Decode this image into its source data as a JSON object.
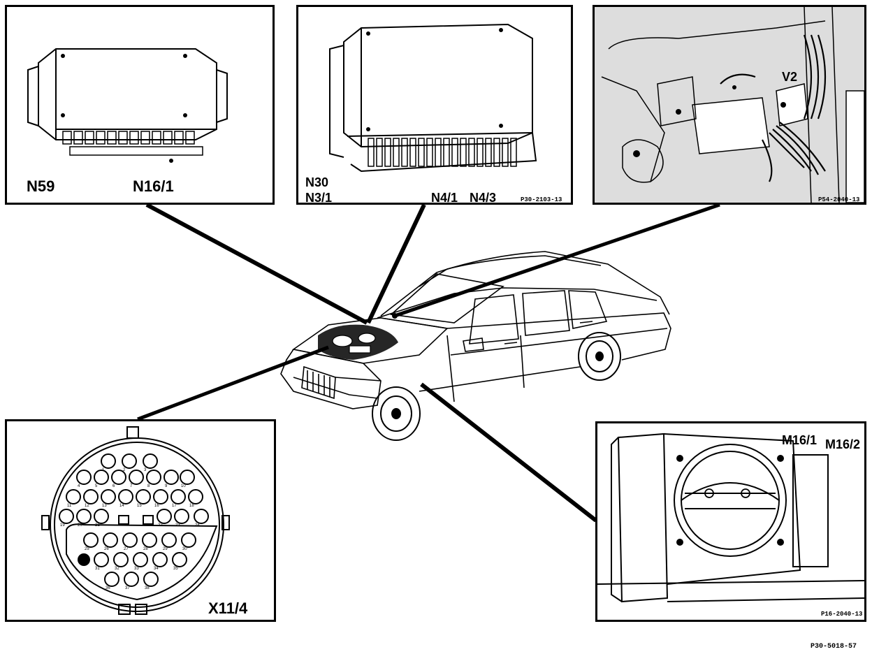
{
  "panels": {
    "top_left": {
      "labels": [
        "N59",
        "N16/1"
      ]
    },
    "top_center": {
      "labels": [
        "N30",
        "N3/1",
        "N4/1",
        "N4/3"
      ],
      "ref": "P30-2103-13"
    },
    "top_right": {
      "labels": [
        "V2"
      ],
      "ref": "P54-2040-13"
    },
    "bottom_left": {
      "labels": [
        "X11/4"
      ]
    },
    "bottom_right": {
      "labels": [
        "M16/1",
        "M16/2"
      ],
      "ref": "P16-2040-13"
    }
  },
  "figure_ref": "P30-5018-57",
  "connector_pins": [
    "1",
    "2",
    "3",
    "4",
    "5",
    "6",
    "7",
    "8",
    "9",
    "10",
    "11",
    "12",
    "13",
    "14",
    "15",
    "16",
    "17",
    "18",
    "19",
    "20",
    "21",
    "22",
    "23",
    "24",
    "25",
    "26",
    "27",
    "28",
    "29",
    "30",
    "31",
    "32",
    "33",
    "34",
    "35",
    "36",
    "37",
    "38"
  ]
}
